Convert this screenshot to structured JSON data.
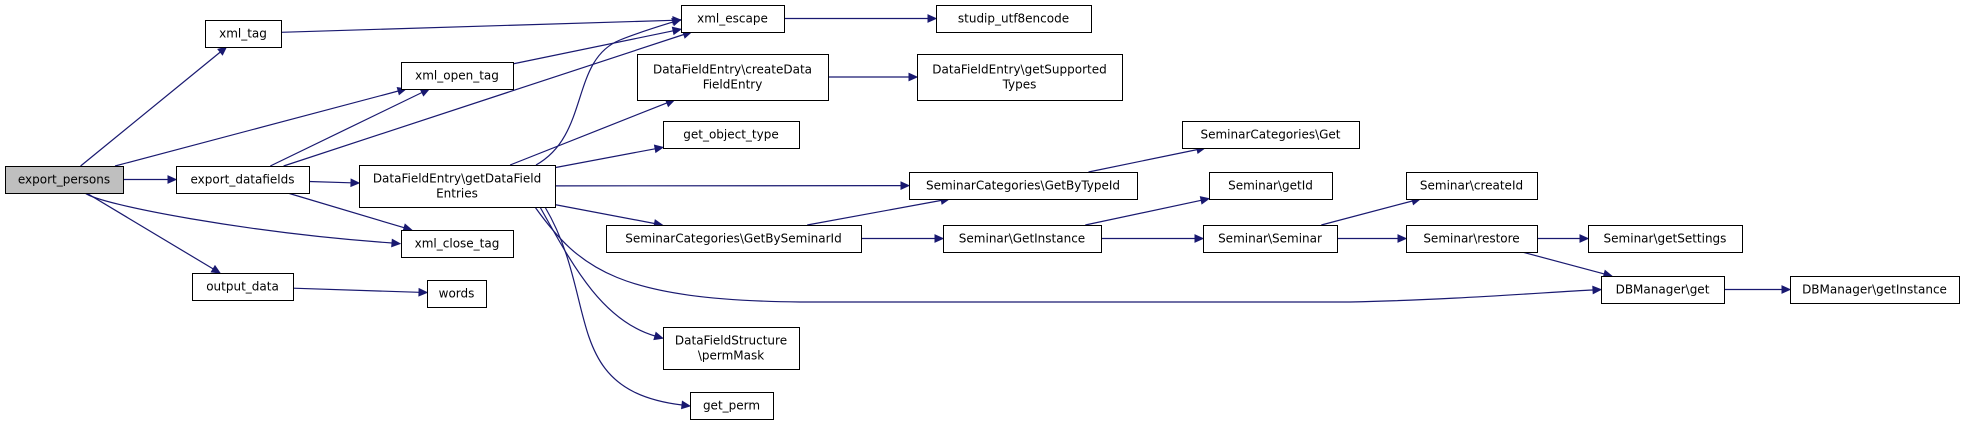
{
  "diagram": {
    "nodes": [
      {
        "id": "export_persons",
        "lines": [
          "export_persons"
        ],
        "root": true
      },
      {
        "id": "xml_tag",
        "lines": [
          "xml_tag"
        ]
      },
      {
        "id": "xml_open_tag",
        "lines": [
          "xml_open_tag"
        ]
      },
      {
        "id": "export_datafields",
        "lines": [
          "export_datafields"
        ]
      },
      {
        "id": "output_data",
        "lines": [
          "output_data"
        ]
      },
      {
        "id": "xml_escape",
        "lines": [
          "xml_escape"
        ]
      },
      {
        "id": "studip_utf8encode",
        "lines": [
          "studip_utf8encode"
        ]
      },
      {
        "id": "df_create",
        "lines": [
          "DataFieldEntry\\createData",
          "FieldEntry"
        ]
      },
      {
        "id": "df_supported",
        "lines": [
          "DataFieldEntry\\getSupported",
          "Types"
        ]
      },
      {
        "id": "get_object_type",
        "lines": [
          "get_object_type"
        ]
      },
      {
        "id": "df_get",
        "lines": [
          "DataFieldEntry\\getDataField",
          "Entries"
        ]
      },
      {
        "id": "xml_close_tag",
        "lines": [
          "xml_close_tag"
        ]
      },
      {
        "id": "words",
        "lines": [
          "words"
        ]
      },
      {
        "id": "sc_get",
        "lines": [
          "SeminarCategories\\Get"
        ]
      },
      {
        "id": "sc_typeid",
        "lines": [
          "SeminarCategories\\GetByTypeId"
        ]
      },
      {
        "id": "sc_seminarid",
        "lines": [
          "SeminarCategories\\GetBySeminarId"
        ]
      },
      {
        "id": "sem_getid",
        "lines": [
          "Seminar\\getId"
        ]
      },
      {
        "id": "sem_getinstance",
        "lines": [
          "Seminar\\GetInstance"
        ]
      },
      {
        "id": "sem_seminar",
        "lines": [
          "Seminar\\Seminar"
        ]
      },
      {
        "id": "sem_createid",
        "lines": [
          "Seminar\\createId"
        ]
      },
      {
        "id": "sem_restore",
        "lines": [
          "Seminar\\restore"
        ]
      },
      {
        "id": "sem_settings",
        "lines": [
          "Seminar\\getSettings"
        ]
      },
      {
        "id": "db_get",
        "lines": [
          "DBManager\\get"
        ]
      },
      {
        "id": "db_instance",
        "lines": [
          "DBManager\\getInstance"
        ]
      },
      {
        "id": "dfs_permmask",
        "lines": [
          "DataFieldStructure",
          "\\permMask"
        ]
      },
      {
        "id": "get_perm",
        "lines": [
          "get_perm"
        ]
      }
    ],
    "edges": [
      {
        "from": "export_persons",
        "to": "xml_tag"
      },
      {
        "from": "export_persons",
        "to": "xml_open_tag"
      },
      {
        "from": "export_persons",
        "to": "export_datafields"
      },
      {
        "from": "export_persons",
        "to": "xml_close_tag"
      },
      {
        "from": "export_persons",
        "to": "output_data"
      },
      {
        "from": "xml_tag",
        "to": "xml_escape"
      },
      {
        "from": "xml_open_tag",
        "to": "xml_escape"
      },
      {
        "from": "export_datafields",
        "to": "xml_open_tag"
      },
      {
        "from": "export_datafields",
        "to": "xml_escape"
      },
      {
        "from": "export_datafields",
        "to": "df_get"
      },
      {
        "from": "export_datafields",
        "to": "xml_close_tag"
      },
      {
        "from": "output_data",
        "to": "words"
      },
      {
        "from": "xml_escape",
        "to": "studip_utf8encode"
      },
      {
        "from": "df_create",
        "to": "df_supported"
      },
      {
        "from": "df_get",
        "to": "xml_escape"
      },
      {
        "from": "df_get",
        "to": "df_create"
      },
      {
        "from": "df_get",
        "to": "get_object_type"
      },
      {
        "from": "df_get",
        "to": "sc_typeid"
      },
      {
        "from": "df_get",
        "to": "sc_seminarid"
      },
      {
        "from": "df_get",
        "to": "db_get"
      },
      {
        "from": "df_get",
        "to": "dfs_permmask"
      },
      {
        "from": "df_get",
        "to": "get_perm"
      },
      {
        "from": "sc_typeid",
        "to": "sc_get"
      },
      {
        "from": "sc_seminarid",
        "to": "sc_typeid"
      },
      {
        "from": "sc_seminarid",
        "to": "sem_getinstance"
      },
      {
        "from": "sem_getinstance",
        "to": "sem_getid"
      },
      {
        "from": "sem_getinstance",
        "to": "sem_seminar"
      },
      {
        "from": "sem_seminar",
        "to": "sem_createid"
      },
      {
        "from": "sem_seminar",
        "to": "sem_restore"
      },
      {
        "from": "sem_restore",
        "to": "sem_settings"
      },
      {
        "from": "sem_restore",
        "to": "db_get"
      },
      {
        "from": "db_get",
        "to": "db_instance"
      }
    ]
  }
}
